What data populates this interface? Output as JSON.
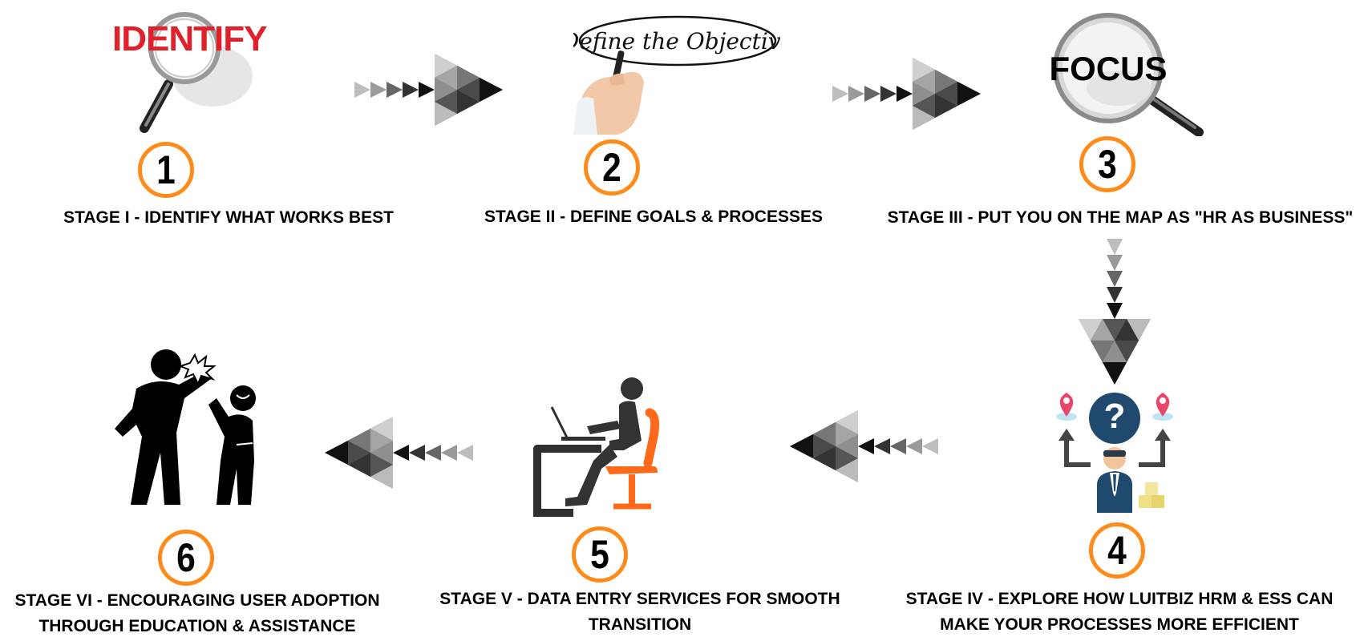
{
  "stages": [
    {
      "number": "1",
      "label": "STAGE I - IDENTIFY WHAT WORKS BEST",
      "icon": "identify-magnifier-icon",
      "icon_text": "IDENTIFY"
    },
    {
      "number": "2",
      "label": "STAGE II - DEFINE GOALS & PROCESSES",
      "icon": "define-objective-hand-icon",
      "icon_text": "Define the Objective"
    },
    {
      "number": "3",
      "label": "STAGE III - PUT YOU ON THE MAP AS \"HR AS BUSINESS\"",
      "icon": "focus-magnifier-icon",
      "icon_text": "FOCUS"
    },
    {
      "number": "4",
      "label_line1": "STAGE IV - EXPLORE HOW LUITBIZ HRM & ESS CAN",
      "label_line2": "MAKE YOUR PROCESSES MORE EFFICIENT",
      "icon": "decision-person-icon",
      "icon_text": "?"
    },
    {
      "number": "5",
      "label_line1": "STAGE V - DATA ENTRY SERVICES FOR SMOOTH",
      "label_line2": "TRANSITION",
      "icon": "person-at-desk-icon"
    },
    {
      "number": "6",
      "label_line1": "STAGE VI - ENCOURAGING USER ADOPTION",
      "label_line2": "THROUGH EDUCATION & ASSISTANCE",
      "icon": "high-five-icon"
    }
  ],
  "colors": {
    "accent_orange": "#ff8c1a",
    "identify_red": "#e0202a",
    "arrow_dark": "#111111",
    "arrow_light": "#bdbdbd",
    "navy": "#1f4a6e",
    "chair_orange": "#ff6a1a",
    "pin_pink": "#e8466a"
  }
}
